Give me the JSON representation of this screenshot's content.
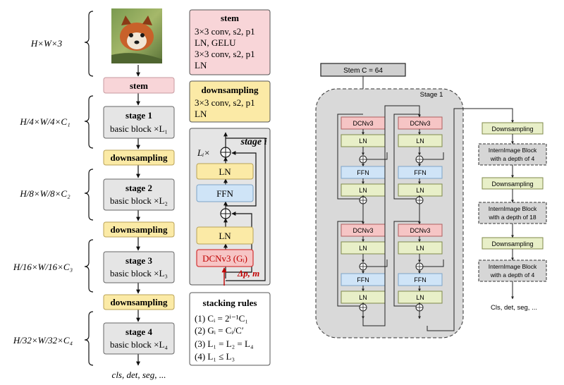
{
  "colors": {
    "pink": "#f8d5d8",
    "pink_border": "#c79aa0",
    "yellow": "#fbeaa6",
    "yellow_border": "#b8a257",
    "gray_box": "#e5e5e5",
    "gray_border": "#666666",
    "blue": "#cfe4f7",
    "blue_border": "#7ea5c8",
    "dcn_red": "#f6c5c5",
    "dcn_red_border": "#d43d3d",
    "red_text": "#c00000",
    "stage1_bg": "#d9d9d9",
    "stem_dark": "#d0d0d0",
    "ds_green": "#e8efc8",
    "ds_green_border": "#7f8a4a",
    "block_gray": "#d6d6d6"
  },
  "left": {
    "shapes": [
      "H×W×3",
      "H/4×W/4×C₁",
      "H/8×W/8×C₂",
      "H/16×W/16×C₃",
      "H/32×W/32×C₄"
    ],
    "stem_label": "stem",
    "stages": [
      {
        "title": "stage 1",
        "sub": "basic block ×L₁"
      },
      {
        "title": "stage 2",
        "sub": "basic block ×L₂"
      },
      {
        "title": "stage 3",
        "sub": "basic block ×L₃"
      },
      {
        "title": "stage 4",
        "sub": "basic block ×L₄"
      }
    ],
    "downsampling_label": "downsampling",
    "output_label": "cls, det, seg, ..."
  },
  "middle": {
    "stem_card": {
      "title": "stem",
      "lines": [
        "3×3 conv, s2, p1",
        "LN, GELU",
        "3×3 conv, s2, p1",
        "LN"
      ]
    },
    "downsampling_card": {
      "title": "downsampling",
      "lines": [
        "3×3 conv, s2, p1",
        "LN"
      ]
    },
    "stage_detail": {
      "title": "stage i",
      "repeat": "Lᵢ×",
      "ln_label": "LN",
      "ffn_label": "FFN",
      "dcn_label": "DCNv3 (Gᵢ)",
      "offset_label": "Δp, m"
    },
    "stacking_rules": {
      "title": "stacking rules",
      "rules": [
        "(1) Cᵢ = 2ⁱ⁻¹C₁",
        "(2) Gᵢ = Cᵢ/C′",
        "(3) L₁ = L₂ = L₄",
        "(4) L₁ ≤ L₃"
      ]
    }
  },
  "right": {
    "stem_label": "Stem C = 64",
    "stage1_label": "Stage 1",
    "dcn_label": "DCNv3",
    "ln_label": "LN",
    "ffn_label": "FFN",
    "downsampling_label": "Downsampling",
    "blocks": [
      [
        "InternImage Block",
        "with a depth of 4"
      ],
      [
        "InternImage Block",
        "with a depth of 18"
      ],
      [
        "InternImage Block",
        "with a depth of 4"
      ]
    ],
    "output_label": "Cls, det, seg, ..."
  }
}
